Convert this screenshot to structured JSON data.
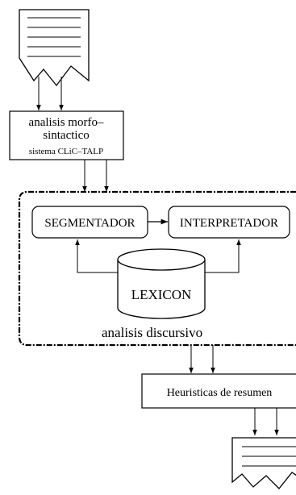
{
  "nodes": {
    "morpho": {
      "line1": "analisis morfo–",
      "line2": "sintactico",
      "system": "sistema CLiC–TALP"
    },
    "segmentador": "SEGMENTADOR",
    "interpretador": "INTERPRETADOR",
    "lexicon": "LEXICON",
    "discourse_label": "analisis discursivo",
    "heuristics": "Heuristicas de resumen"
  }
}
